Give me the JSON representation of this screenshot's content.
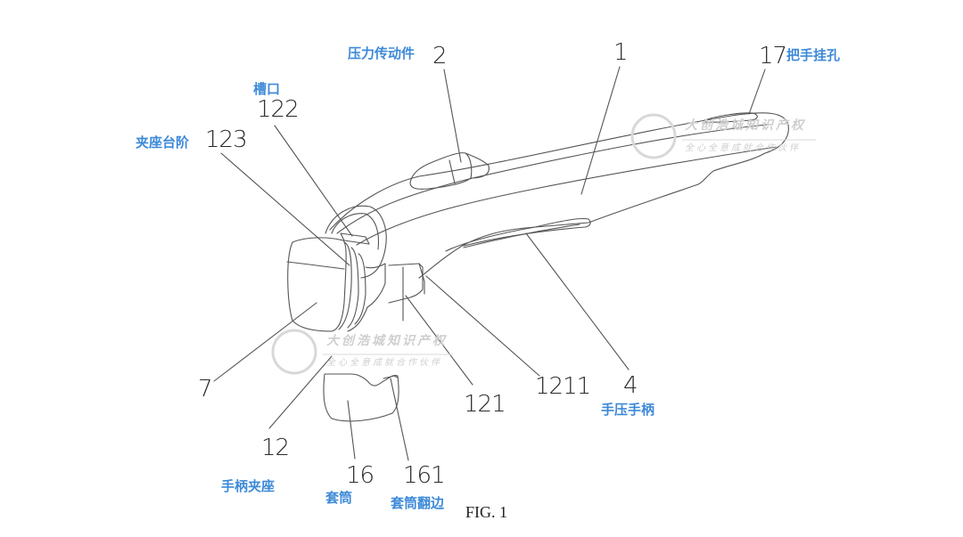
{
  "figure": {
    "caption": "FIG. 1",
    "labels": [
      {
        "id": "1",
        "number": "1",
        "name": ""
      },
      {
        "id": "2",
        "number": "2",
        "name": "压力传动件"
      },
      {
        "id": "4",
        "number": "4",
        "name": "手压手柄"
      },
      {
        "id": "7",
        "number": "7",
        "name": ""
      },
      {
        "id": "12",
        "number": "12",
        "name": "手柄夹座"
      },
      {
        "id": "16",
        "number": "16",
        "name": "套筒"
      },
      {
        "id": "17",
        "number": "17",
        "name": "把手挂孔"
      },
      {
        "id": "121",
        "number": "121",
        "name": ""
      },
      {
        "id": "122",
        "number": "122",
        "name": "槽口"
      },
      {
        "id": "123",
        "number": "123",
        "name": "夹座台阶"
      },
      {
        "id": "161",
        "number": "161",
        "name": "套筒翻边"
      },
      {
        "id": "1211",
        "number": "1211",
        "name": ""
      }
    ]
  },
  "watermark": {
    "line1": "大创浩城知识产权",
    "line2": "全心全意成就合作伙伴"
  },
  "colors": {
    "label_accent": "#3d8ad8",
    "line": "#555555",
    "watermark": "#cfcfcf"
  }
}
